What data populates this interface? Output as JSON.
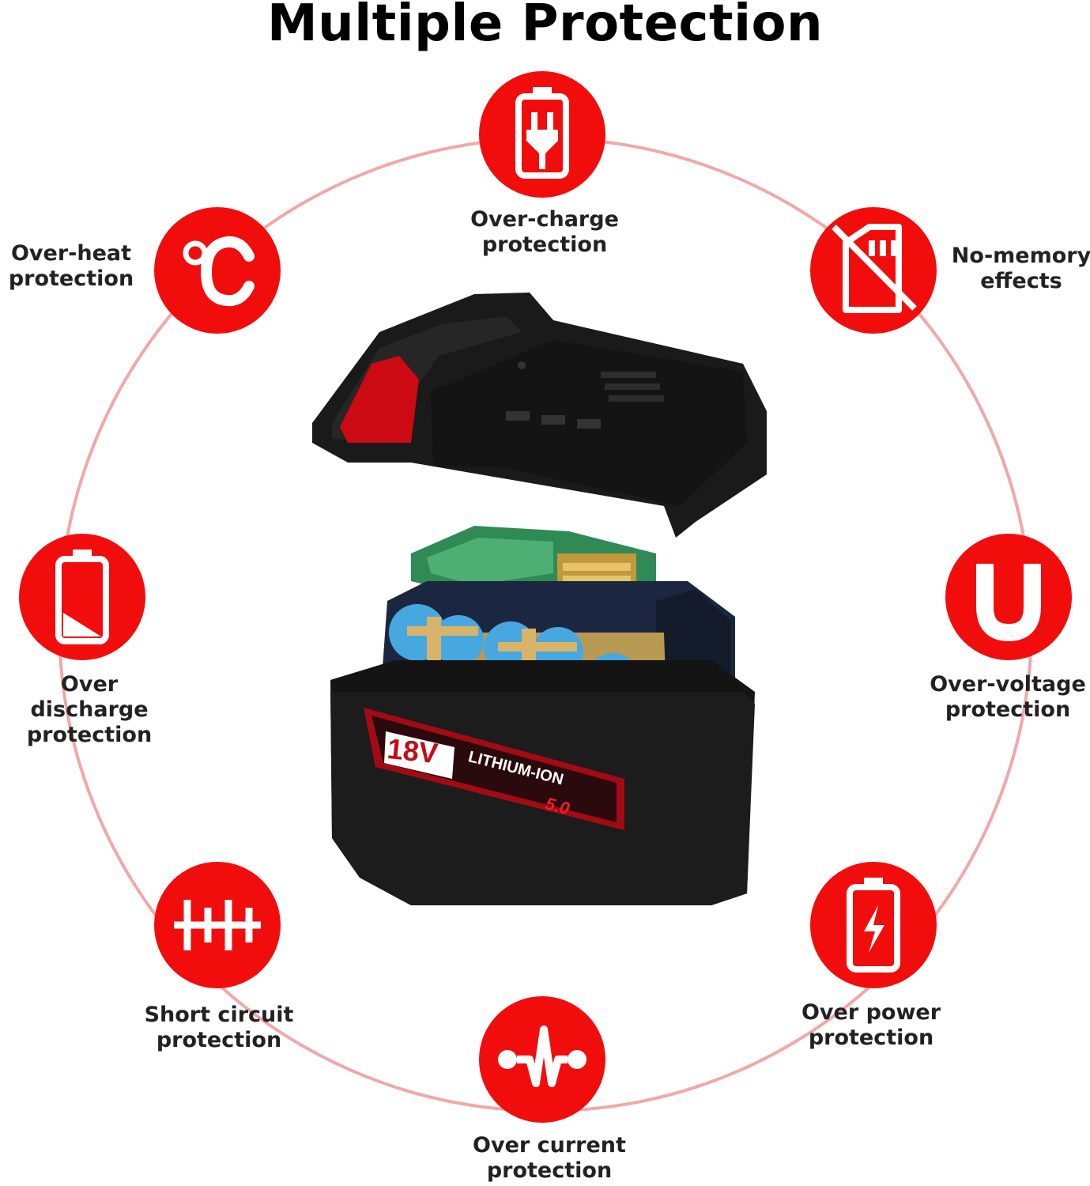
{
  "title": "Multiple Protection",
  "colors": {
    "accent": "#f20d0d",
    "ring": "#f0a8a8"
  },
  "features": [
    {
      "icon": "plug-battery-icon",
      "lines": [
        "Over-charge",
        "protection"
      ]
    },
    {
      "icon": "no-memory-card-icon",
      "lines": [
        "No-memory",
        "effects"
      ]
    },
    {
      "icon": "voltage-u-icon",
      "lines": [
        "Over-voltage",
        "protection"
      ]
    },
    {
      "icon": "lightning-battery-icon",
      "lines": [
        "Over power",
        "protection"
      ]
    },
    {
      "icon": "current-wave-icon",
      "lines": [
        "Over current",
        "protection"
      ]
    },
    {
      "icon": "short-circuit-icon",
      "lines": [
        "Short circuit",
        "protection"
      ]
    },
    {
      "icon": "low-battery-icon",
      "lines": [
        "Over discharge",
        "protection"
      ]
    },
    {
      "icon": "celsius-icon",
      "lines": [
        "Over-heat",
        "protection"
      ]
    }
  ],
  "battery": {
    "voltage_badge": "18V",
    "chemistry": "LITHIUM-ION",
    "capacity": "5.0"
  }
}
